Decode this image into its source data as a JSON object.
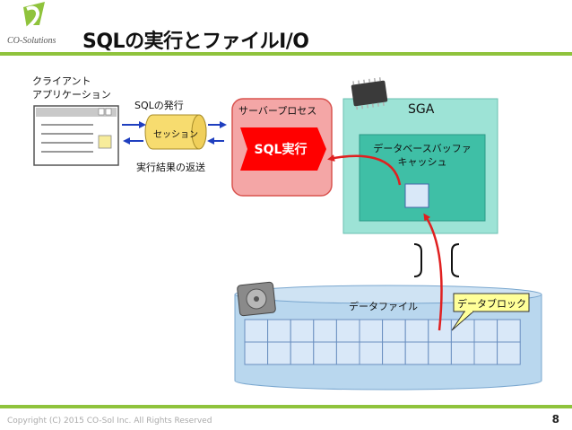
{
  "header": {
    "title": "SQLの実行とファイルI/O",
    "logo_text": "CO-Solutions"
  },
  "client": {
    "label_line1": "クライアント",
    "label_line2": "アプリケーション"
  },
  "session": {
    "label": "セッション",
    "sql_issue": "SQLの発行",
    "result_return": "実行結果の返送"
  },
  "server_process": {
    "label": "サーバープロセス",
    "sql_exec": "SQL実行"
  },
  "sga": {
    "label": "SGA",
    "buffer_cache_line1": "データベースバッファ",
    "buffer_cache_line2": "キャッシュ"
  },
  "datafile": {
    "label": "データファイル",
    "block_callout": "データブロック"
  },
  "footer": {
    "copyright": "Copyright (C) 2015 CO-Sol Inc. All Rights Reserved",
    "page": "8"
  },
  "colors": {
    "accent_green": "#8fc33c",
    "sga_fill": "#9de3d6",
    "buffer_fill": "#3fbfa6",
    "server_fill": "#f4a6a6",
    "server_border": "#d9534f",
    "sql_exec_fill": "#ff0000",
    "session_fill": "#f7dc6f",
    "datafile_fill": "#b9d7ee",
    "block_fill": "#d9e8f8",
    "callout_fill": "#ffff99",
    "arrow_red": "#e02020",
    "arrow_blue": "#1f3fbf"
  }
}
